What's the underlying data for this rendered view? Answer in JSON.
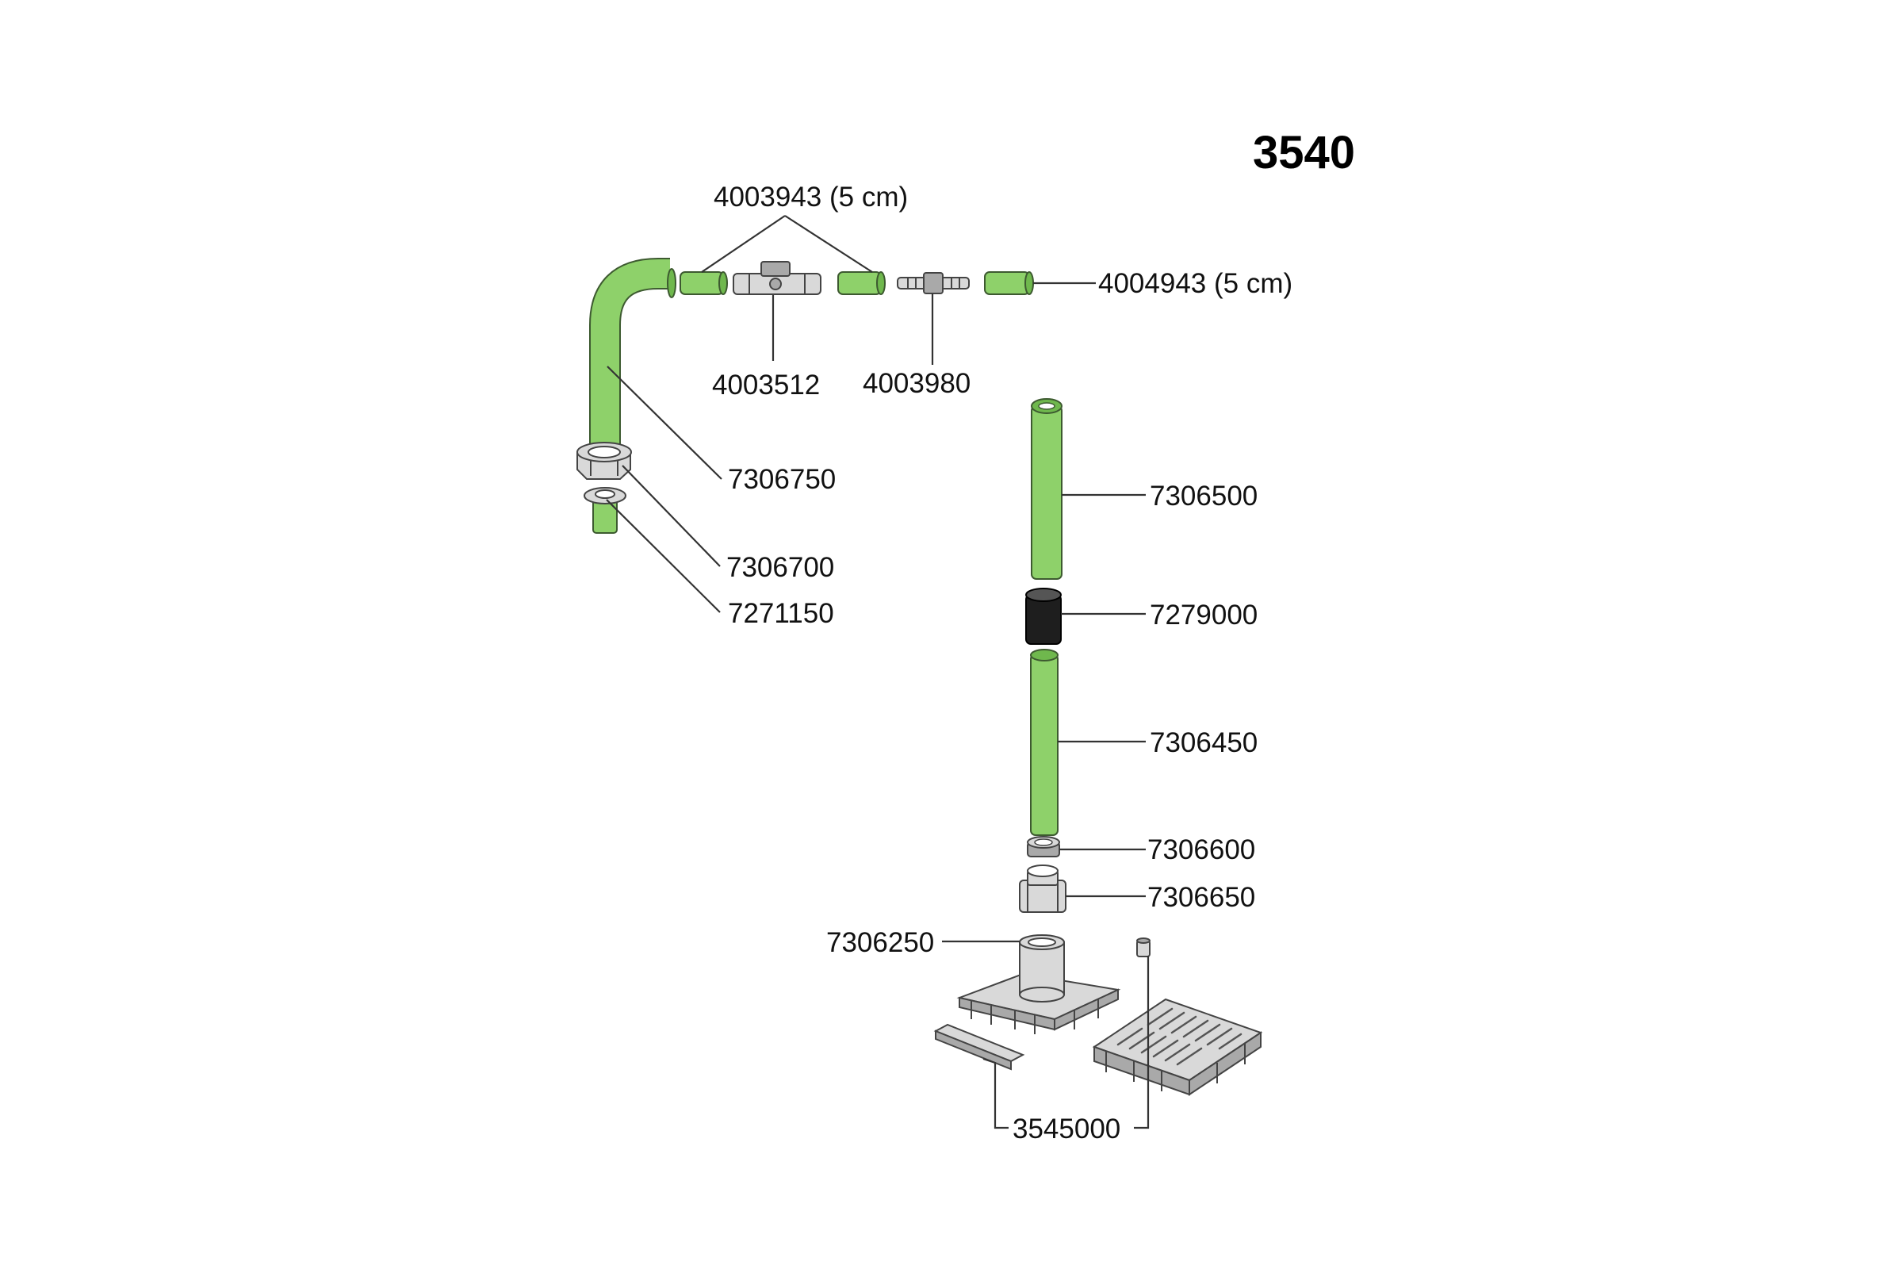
{
  "title": "3540",
  "parts": {
    "p4003943": "4003943 (5 cm)",
    "p4004943": "4004943 (5 cm)",
    "p4003512": "4003512",
    "p4003980": "4003980",
    "p7306750": "7306750",
    "p7306700": "7306700",
    "p7271150": "7271150",
    "p7306500": "7306500",
    "p7279000": "7279000",
    "p7306450": "7306450",
    "p7306600": "7306600",
    "p7306650": "7306650",
    "p7306250": "7306250",
    "p3545000": "3545000"
  },
  "colors": {
    "tube_green": "#8ed16a",
    "part_grey": "#d9d9d9",
    "sleeve_black": "#1e1e1e",
    "leader_line": "#333333"
  }
}
